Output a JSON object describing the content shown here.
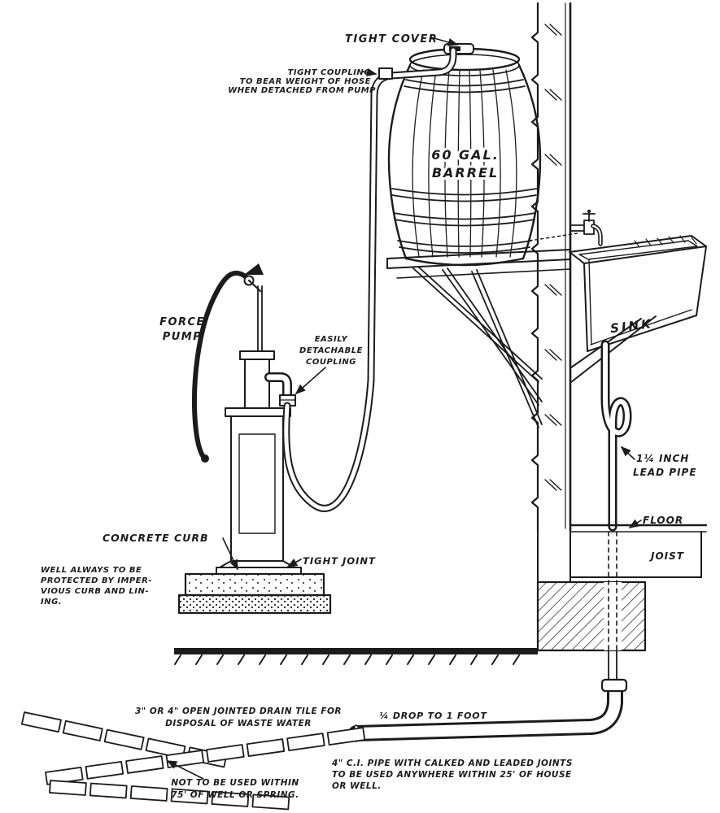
{
  "meta": {
    "title": "Farm water supply diagram: force pump, 60-gallon barrel and sink"
  },
  "colors": {
    "ink": "#1b1b1b",
    "paper": "#ffffff"
  },
  "labels": {
    "tight_cover": "TIGHT COVER",
    "tight_coupling": [
      "TIGHT COUPLING",
      "TO BEAR WEIGHT OF HOSE",
      "WHEN DETACHED FROM PUMP"
    ],
    "barrel": [
      "60 GAL.",
      "BARREL"
    ],
    "force_pump": [
      "FORCE",
      "PUMP"
    ],
    "detachable_coupling": [
      "EASILY",
      "DETACHABLE",
      "COUPLING"
    ],
    "concrete_curb": "CONCRETE CURB",
    "tight_joint": "TIGHT JOINT",
    "well_note": [
      "WELL ALWAYS TO BE",
      "PROTECTED BY IMPER-",
      "VIOUS CURB AND LIN-",
      "ING."
    ],
    "sink": "SINK",
    "lead_pipe": [
      "1¼ INCH",
      "LEAD PIPE"
    ],
    "floor": "FLOOR",
    "joist": "JOIST",
    "drop": "¼ DROP TO 1 FOOT",
    "drain_tile": [
      "3\" OR 4\" OPEN JOINTED DRAIN TILE FOR",
      "DISPOSAL OF WASTE WATER"
    ],
    "not_within": [
      "NOT TO BE USED WITHIN",
      "75' OF WELL OR SPRING."
    ],
    "ci_pipe": [
      "4\" C.I. PIPE WITH CALKED AND LEADED JOINTS",
      "TO BE USED ANYWHERE WITHIN 25' OF HOUSE",
      "OR WELL."
    ]
  }
}
